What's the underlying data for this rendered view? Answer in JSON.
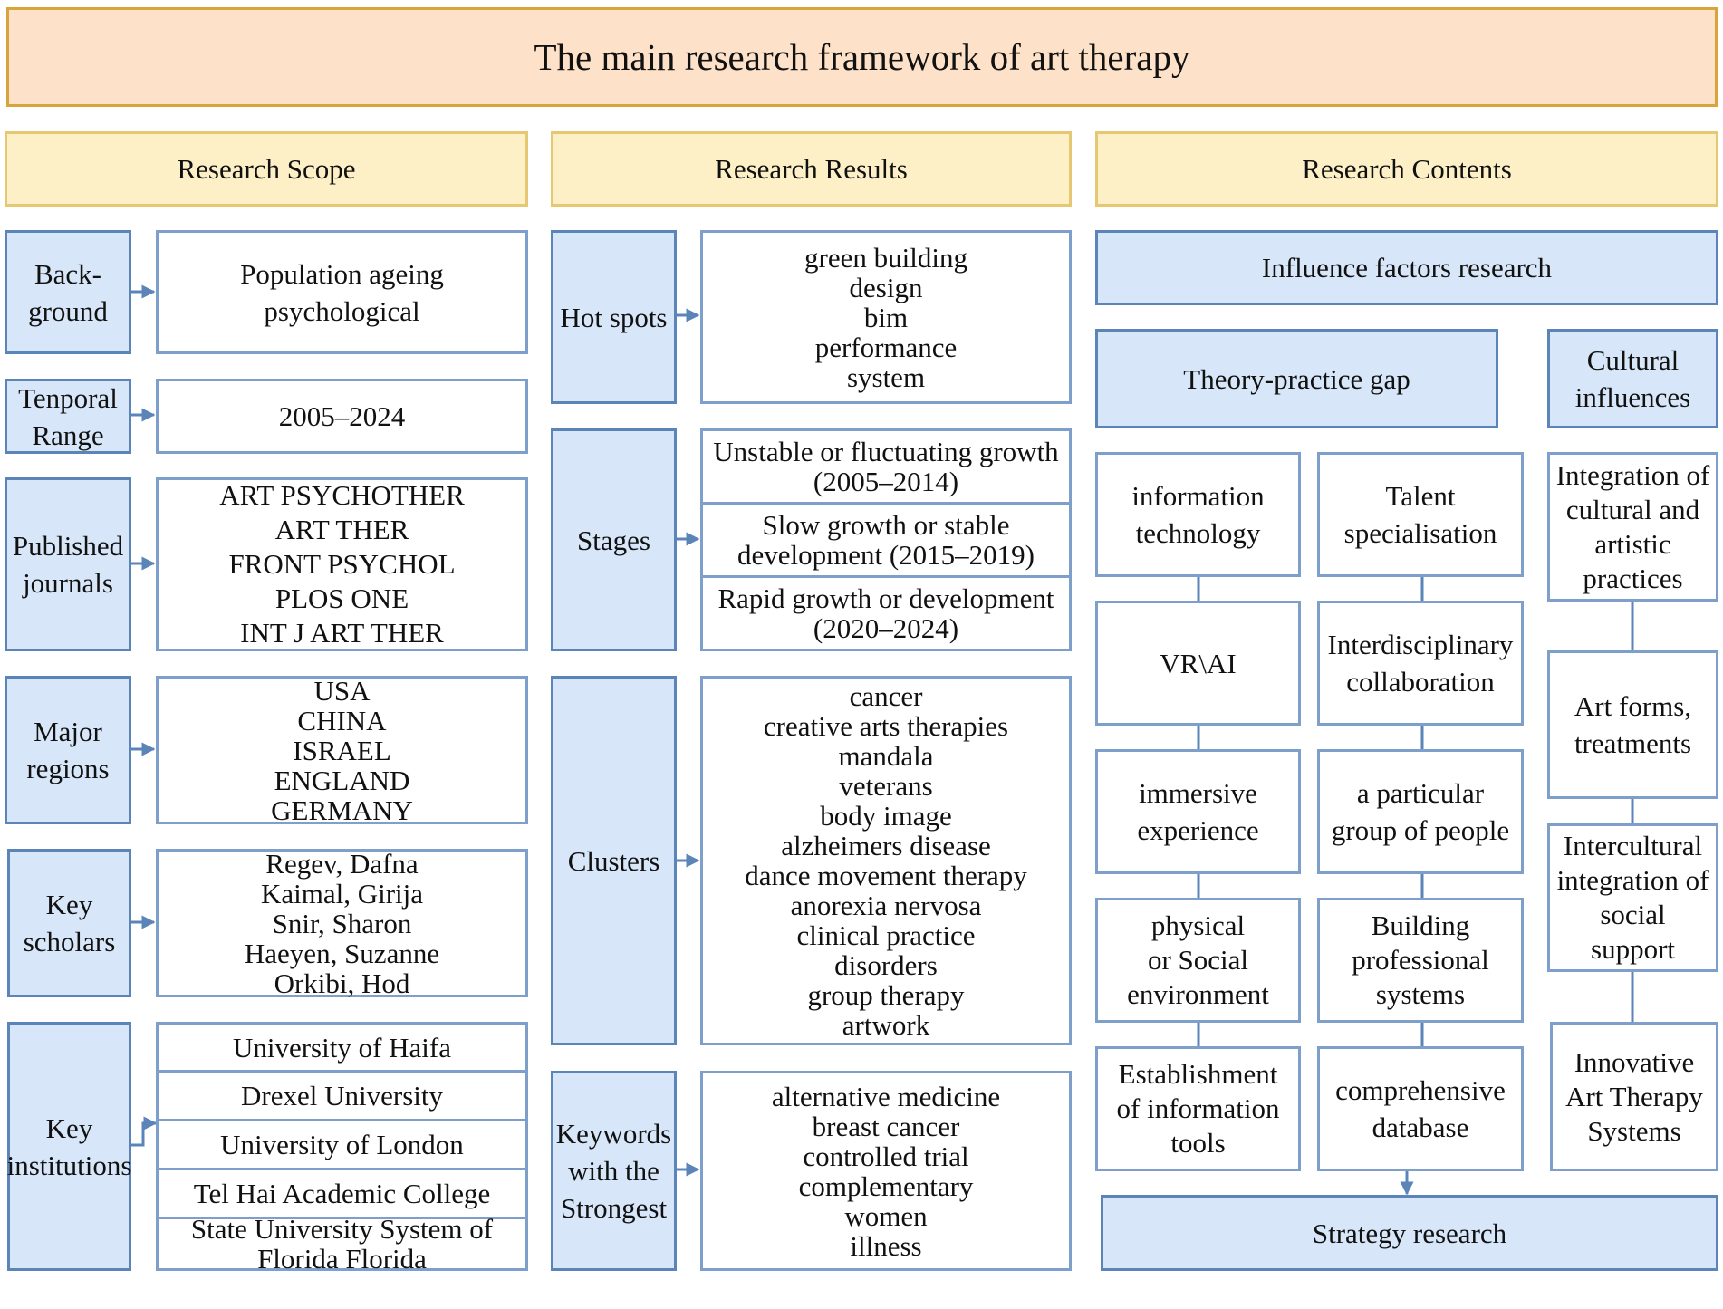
{
  "title": "The main research framework of art therapy",
  "headers": {
    "scope": "Research Scope",
    "results": "Research Results",
    "contents": "Research Contents"
  },
  "scope": {
    "background": {
      "label": [
        "Back-",
        "ground"
      ],
      "items": [
        "Population ageing",
        "psychological"
      ]
    },
    "range": {
      "label": [
        "Tenporal",
        "Range"
      ],
      "items": [
        "2005–2024"
      ]
    },
    "journals": {
      "label": [
        "Published",
        "journals"
      ],
      "items": [
        "ART PSYCHOTHER",
        "ART THER",
        "FRONT PSYCHOL",
        "PLOS ONE",
        "INT J ART THER"
      ]
    },
    "regions": {
      "label": [
        "Major",
        "regions"
      ],
      "items": [
        "USA",
        "CHINA",
        "ISRAEL",
        "ENGLAND",
        "GERMANY"
      ]
    },
    "scholars": {
      "label": [
        "Key",
        "scholars"
      ],
      "items": [
        "Regev, Dafna",
        "Kaimal, Girija",
        "Snir, Sharon",
        "Haeyen, Suzanne",
        "Orkibi, Hod"
      ]
    },
    "institutions": {
      "label": [
        "Key",
        "institutions"
      ],
      "items": [
        [
          "University of Haifa"
        ],
        [
          "Drexel University"
        ],
        [
          "University of London"
        ],
        [
          "Tel Hai Academic College"
        ],
        [
          "State University System of",
          "Florida Florida"
        ]
      ]
    }
  },
  "results": {
    "hotspots": {
      "label": [
        "Hot spots"
      ],
      "items": [
        "green building",
        "design",
        "bim",
        "performance",
        "system"
      ]
    },
    "stages": {
      "label": [
        "Stages"
      ],
      "items": [
        [
          "Unstable or fluctuating growth",
          "(2005–2014)"
        ],
        [
          "Slow growth or stable",
          "development (2015–2019)"
        ],
        [
          "Rapid growth or development",
          "(2020–2024)"
        ]
      ]
    },
    "clusters": {
      "label": [
        "Clusters"
      ],
      "items": [
        "cancer",
        "creative arts therapies",
        "mandala",
        "veterans",
        "body image",
        "alzheimers disease",
        "dance movement therapy",
        "anorexia nervosa",
        "clinical practice",
        "disorders",
        "group therapy",
        "artwork"
      ]
    },
    "keywords": {
      "label": [
        "Keywords",
        "with the",
        "Strongest"
      ],
      "items": [
        "alternative medicine",
        "breast cancer",
        "controlled trial",
        "complementary",
        "women",
        "illness"
      ]
    }
  },
  "contents": {
    "influence": "Influence factors research",
    "gap": "Theory-practice gap",
    "cultural": [
      "Cultural",
      "influences"
    ],
    "col1": [
      [
        "information",
        "technology"
      ],
      [
        "VR\\AI"
      ],
      [
        "immersive",
        "experience"
      ],
      [
        "physical",
        "or Social",
        "environment"
      ],
      [
        "Establishment",
        "of information",
        "tools"
      ]
    ],
    "col2": [
      [
        "Talent",
        "specialisation"
      ],
      [
        "Interdisciplinary",
        "collaboration"
      ],
      [
        "a particular",
        "group of people"
      ],
      [
        "Building",
        "professional",
        "systems"
      ],
      [
        "comprehensive",
        "database"
      ]
    ],
    "col3": [
      [
        "Integration of",
        "cultural and",
        "artistic",
        "practices"
      ],
      [
        "Art forms,",
        "treatments"
      ],
      [
        "Intercultural",
        "integration of",
        "social",
        "support"
      ],
      [
        "Innovative",
        "Art Therapy",
        "Systems"
      ]
    ],
    "strategy": "Strategy research"
  },
  "colors": {
    "title_fill": "#fde2c9",
    "title_border": "#d9a43c",
    "header_fill": "#fdf0c6",
    "header_border": "#e6c873",
    "label_fill": "#d7e6f8",
    "label_border": "#5b84b8",
    "cell_border": "#7f9fcb",
    "arrow": "#5b84b8"
  }
}
